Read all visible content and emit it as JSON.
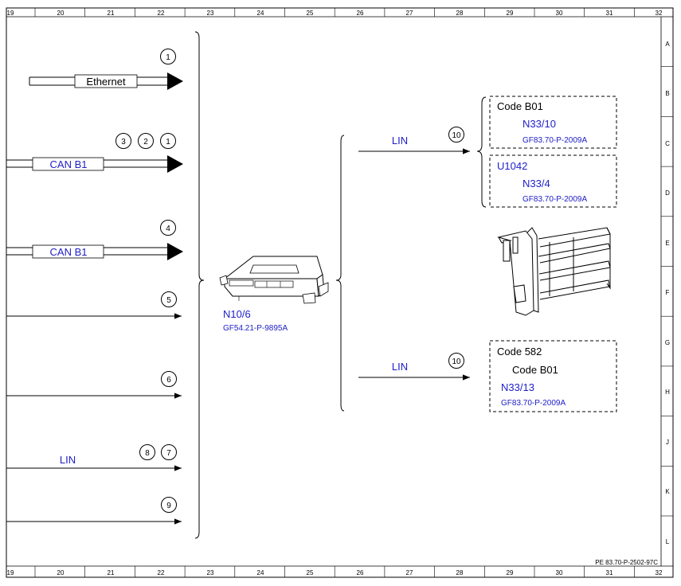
{
  "colors": {
    "line": "#000000",
    "label_blue": "#2020c8",
    "background": "#ffffff"
  },
  "ruler": {
    "columns": [
      "19",
      "20",
      "21",
      "22",
      "23",
      "24",
      "25",
      "26",
      "27",
      "28",
      "29",
      "30",
      "31",
      "32"
    ],
    "rows": [
      "A",
      "B",
      "C",
      "D",
      "E",
      "F",
      "G",
      "H",
      "J",
      "K",
      "L"
    ]
  },
  "inputs": [
    {
      "badges": [
        "1"
      ],
      "bus_label": "Ethernet"
    },
    {
      "badges": [
        "3",
        "2",
        "1"
      ],
      "bus_label": "CAN B1"
    },
    {
      "badges": [
        "4"
      ],
      "bus_label": "CAN B1"
    },
    {
      "badges": [
        "5"
      ],
      "bus_label": ""
    },
    {
      "badges": [
        "6"
      ],
      "bus_label": ""
    },
    {
      "badges": [
        "8",
        "7"
      ],
      "bus_label": "LIN"
    },
    {
      "badges": [
        "9"
      ],
      "bus_label": ""
    }
  ],
  "module": {
    "id": "N10/6",
    "ref": "GF54.21-P-9895A",
    "icon": "control-unit-icon"
  },
  "outputs": [
    {
      "line_label": "LIN",
      "badge": "10",
      "boxes": [
        {
          "code": "Code B01",
          "component": "N33/10",
          "ref": "GF83.70-P-2009A"
        },
        {
          "code": "U1042",
          "component": "N33/4",
          "ref": "GF83.70-P-2009A"
        }
      ]
    },
    {
      "line_label": "LIN",
      "badge": "10",
      "boxes": [
        {
          "code": "Code 582",
          "subcode": "Code B01",
          "component": "N33/13",
          "ref": "GF83.70-P-2009A"
        }
      ]
    }
  ],
  "heater": {
    "icon": "ptc-heater-icon"
  },
  "doc_ref": "PE 83.70-P-2502-97C"
}
